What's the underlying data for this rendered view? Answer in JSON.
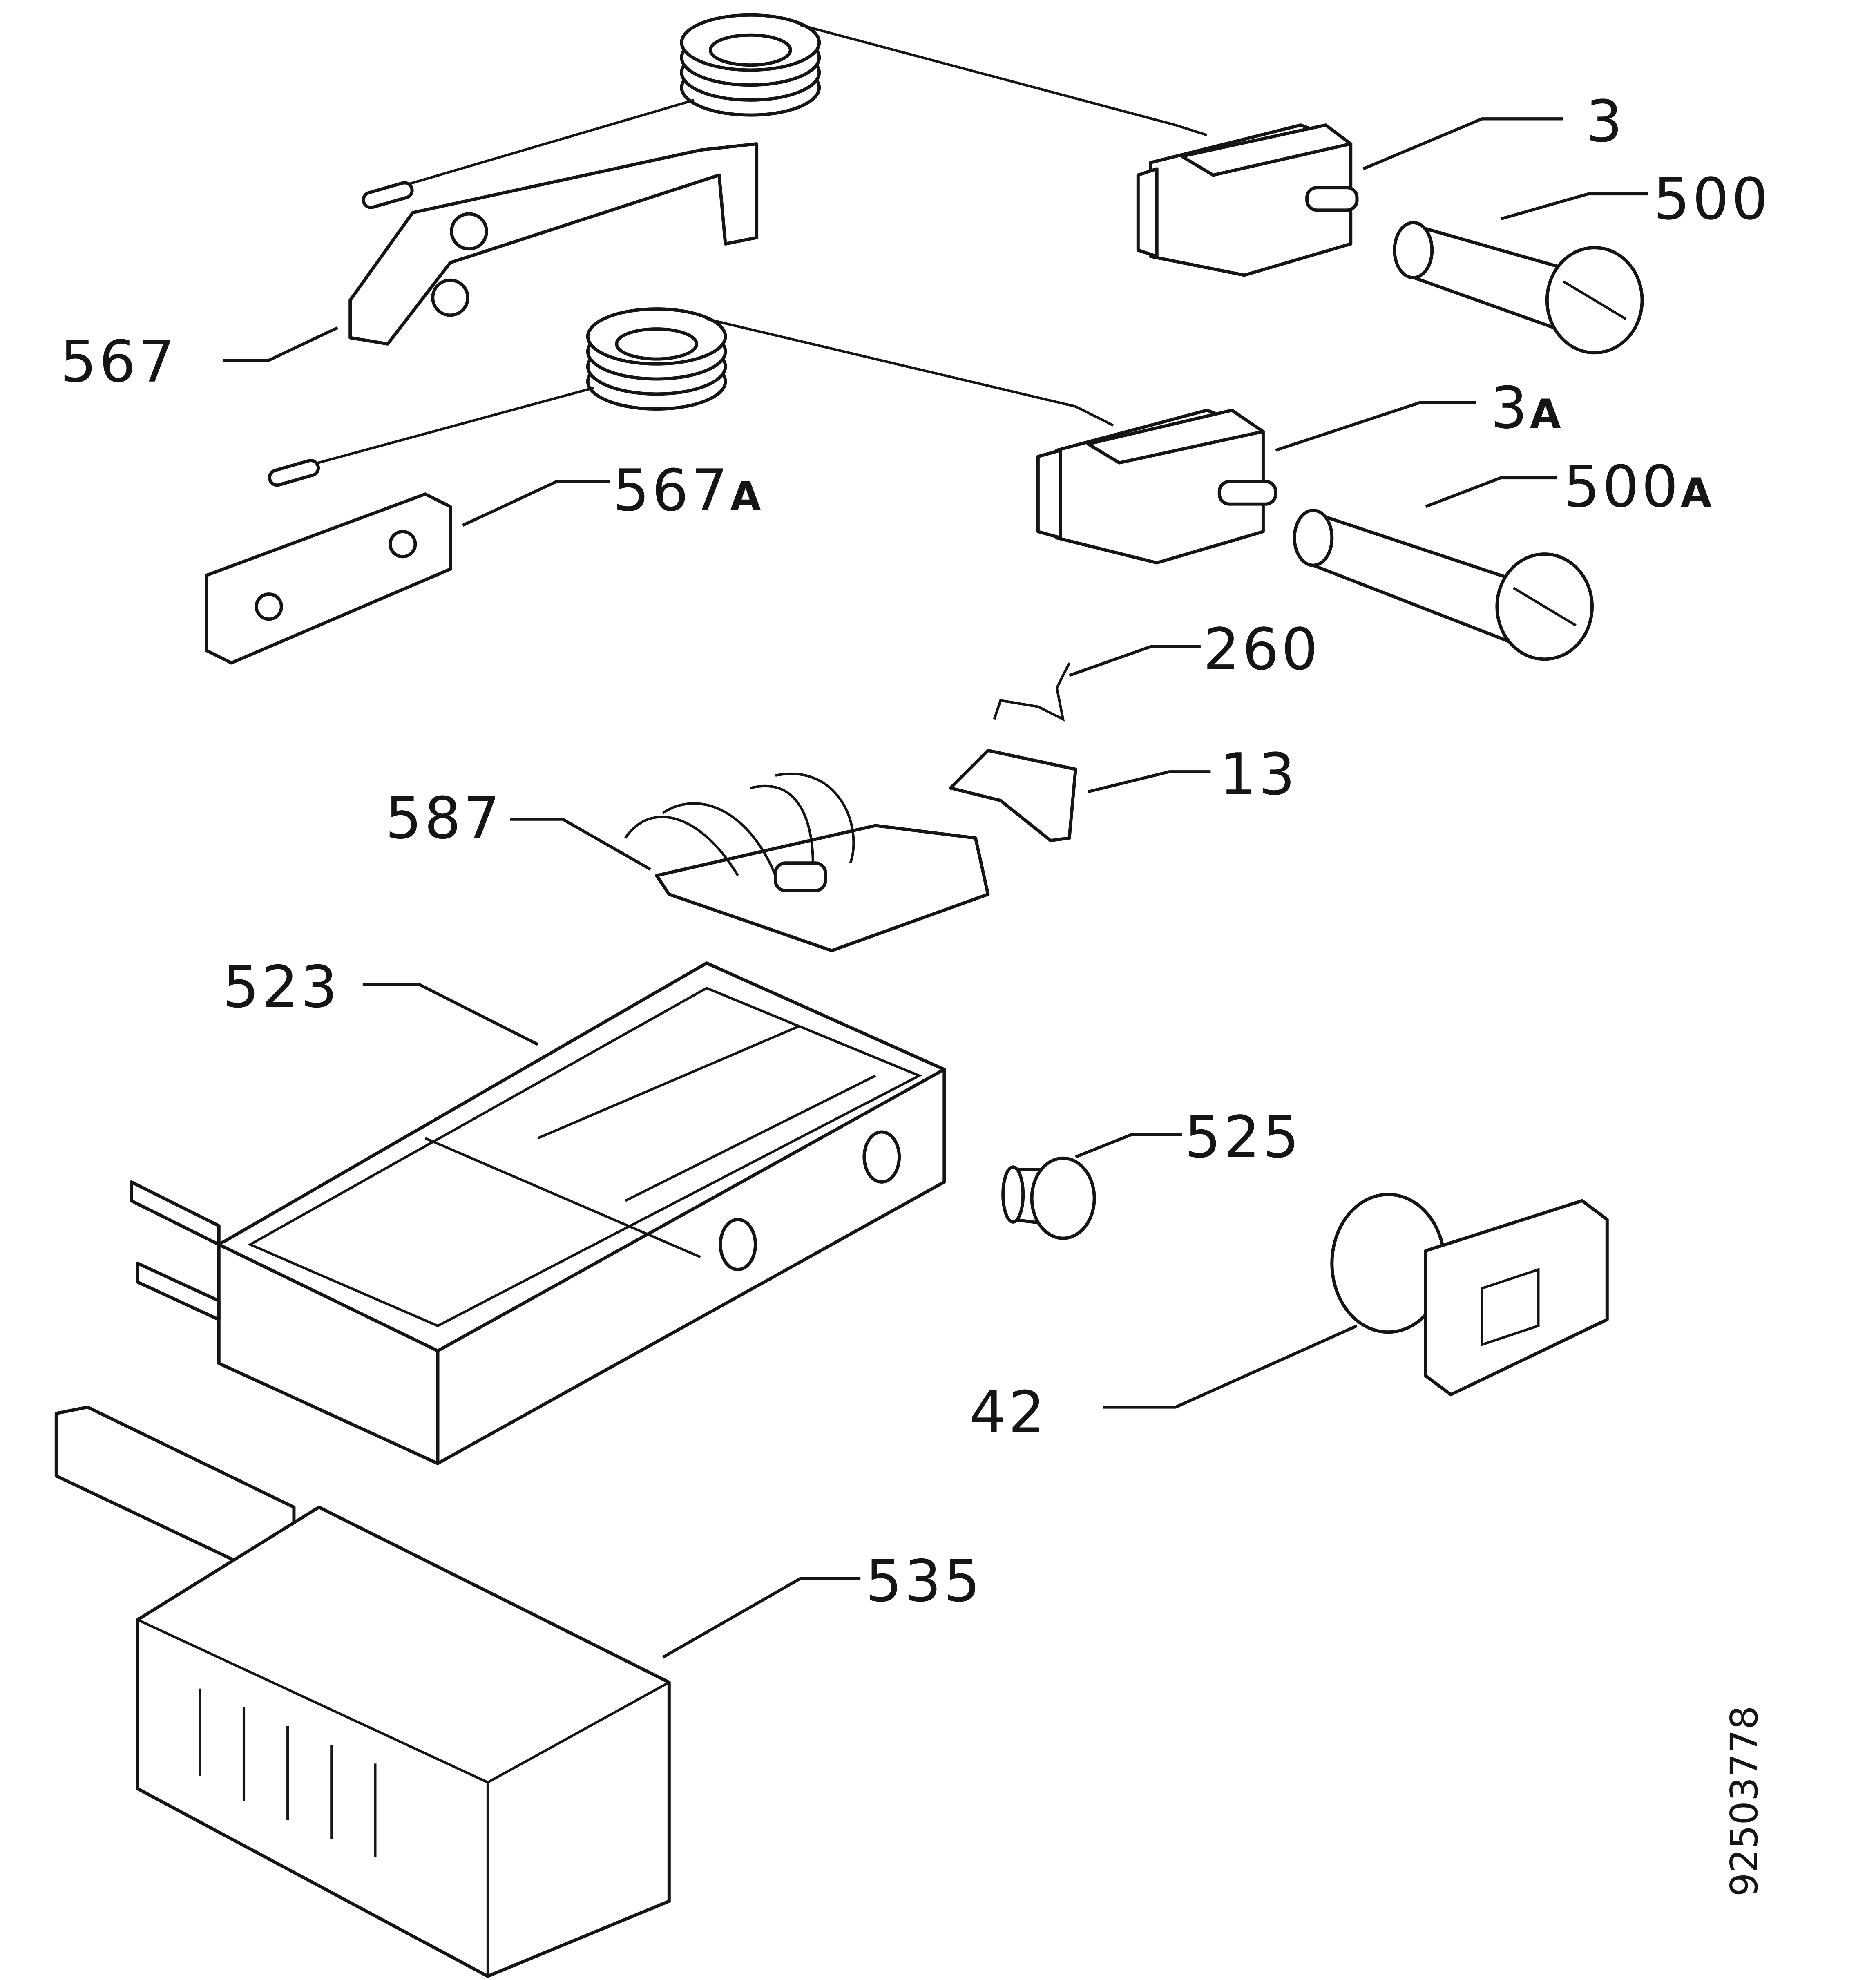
{
  "diagram": {
    "labels": {
      "p3": {
        "number": "3",
        "suffix": ""
      },
      "p500": {
        "number": "500",
        "suffix": ""
      },
      "p567": {
        "number": "567",
        "suffix": ""
      },
      "p3a": {
        "number": "3",
        "suffix": "A"
      },
      "p567a": {
        "number": "567",
        "suffix": "A"
      },
      "p500a": {
        "number": "500",
        "suffix": "A"
      },
      "p260": {
        "number": "260",
        "suffix": ""
      },
      "p13": {
        "number": "13",
        "suffix": ""
      },
      "p587": {
        "number": "587",
        "suffix": ""
      },
      "p523": {
        "number": "523",
        "suffix": ""
      },
      "p525": {
        "number": "525",
        "suffix": ""
      },
      "p42": {
        "number": "42",
        "suffix": ""
      },
      "p535": {
        "number": "535",
        "suffix": ""
      }
    },
    "document_number": "92503778"
  }
}
